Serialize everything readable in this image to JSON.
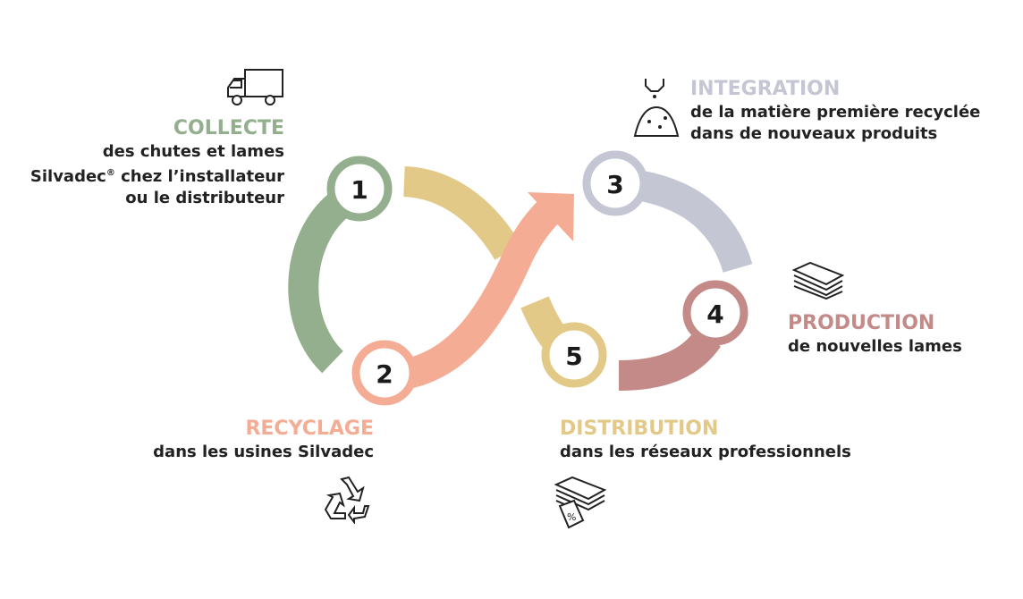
{
  "colors": {
    "collecte": "#93AF8E",
    "recyclage": "#F5AC94",
    "integration": "#C4C6D4",
    "production": "#C38A87",
    "distribution": "#E3C988"
  },
  "steps": [
    {
      "number": "1",
      "title": "COLLECTE",
      "line1": "des chutes et lames",
      "line2a": "Silvadec",
      "line2sup": "®",
      "line2b": " chez l’installateur",
      "line3": "ou le distributeur",
      "icon": "truck-icon"
    },
    {
      "number": "2",
      "title": "RECYCLAGE",
      "line1": "dans les usines Silvadec",
      "icon": "recycle-icon"
    },
    {
      "number": "3",
      "title": "INTEGRATION",
      "line1": "de la matière première recyclée",
      "line2": "dans de nouveaux produits",
      "icon": "powder-pile-icon"
    },
    {
      "number": "4",
      "title": "PRODUCTION",
      "line1": "de nouvelles lames",
      "icon": "boards-stack-icon"
    },
    {
      "number": "5",
      "title": "DISTRIBUTION",
      "line1": "dans les réseaux professionnels",
      "icon": "boards-price-tag-icon"
    }
  ]
}
